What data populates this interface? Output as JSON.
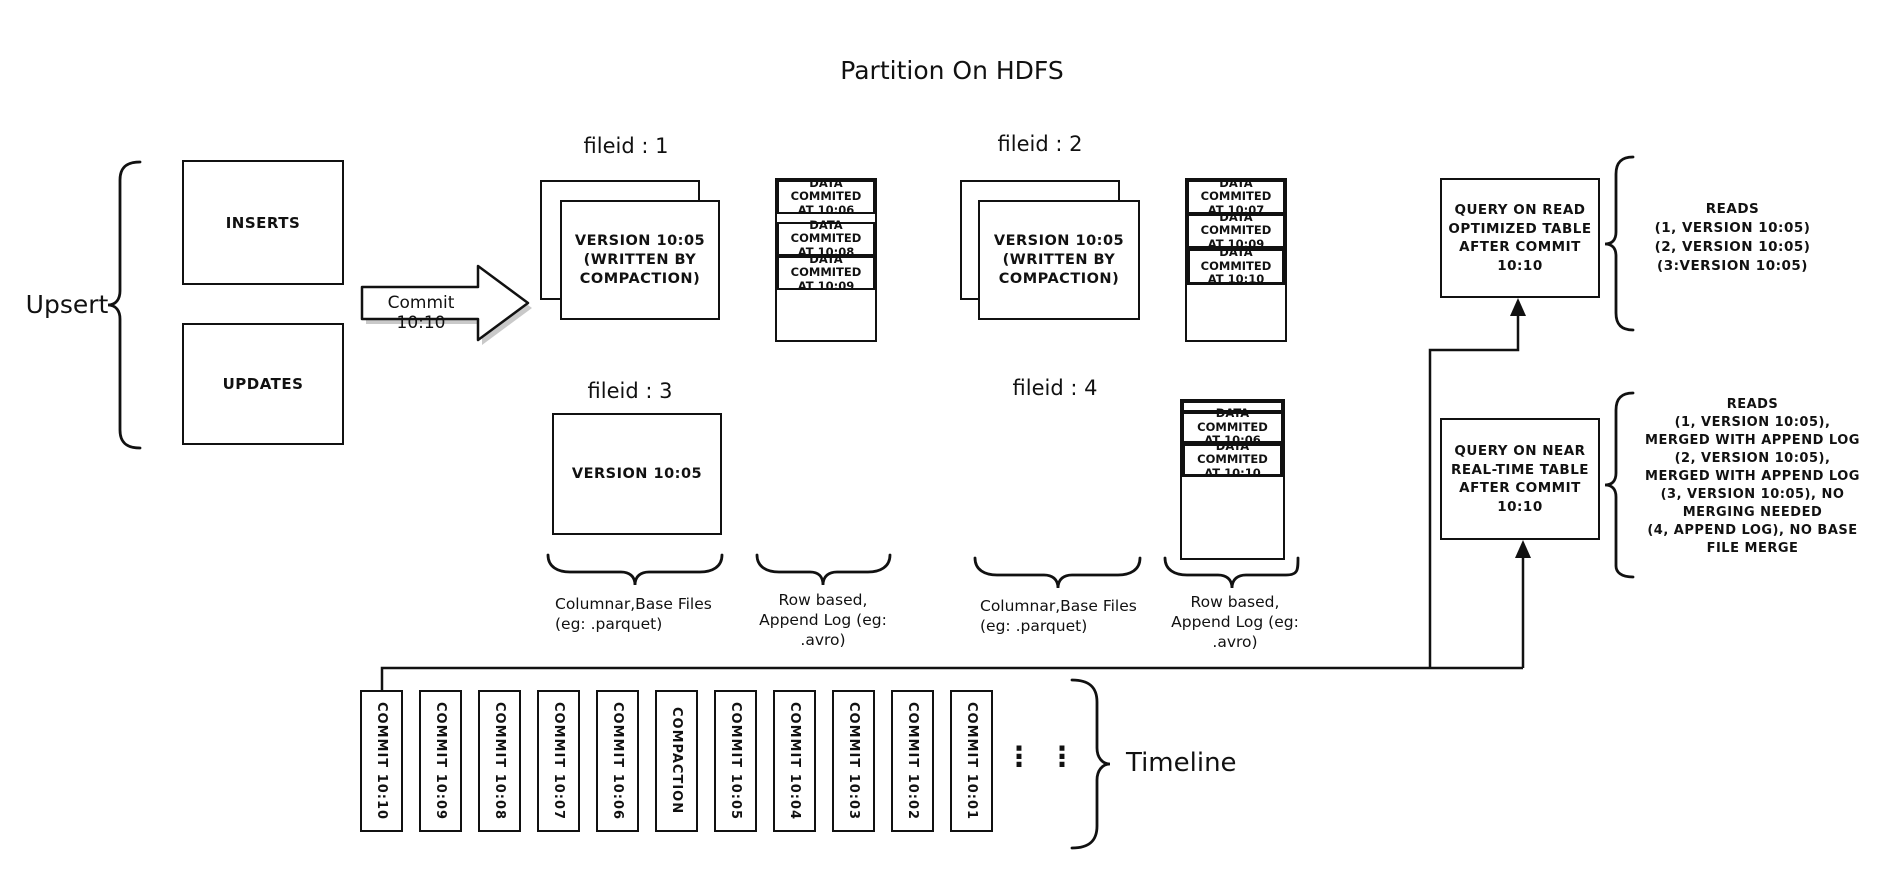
{
  "title": "Partition On HDFS",
  "upsert": {
    "label": "Upsert",
    "inserts": "INSERTS",
    "updates": "UPDATES"
  },
  "commit_arrow": {
    "label": "Commit 10:10"
  },
  "file_groups": {
    "g1": {
      "label": "fileid : 1",
      "base": "VERSION 10:05\n(WRITTEN BY\nCOMPACTION)"
    },
    "g2": {
      "label": "fileid : 2",
      "base": "VERSION 10:05\n(WRITTEN BY\nCOMPACTION)"
    },
    "g3": {
      "label": "fileid : 3",
      "base": "VERSION 10:05"
    },
    "g4": {
      "label": "fileid : 4"
    }
  },
  "logs": {
    "log1": {
      "cells": [
        "DATA COMMITED\nAT 10:06",
        "DATA COMMITED\nAT 10:08",
        "DATA COMMITED\nAT 10:09"
      ]
    },
    "log2": {
      "cells": [
        "DATA COMMITED\nAT 10:07",
        "DATA COMMITED\nAT 10:09",
        "DATA COMMITED\nAT 10:10"
      ]
    },
    "log4": {
      "cells": [
        "DATA COMMITED\nAT 10:06",
        "DATA COMMITED\nAT 10:10"
      ]
    }
  },
  "brace_labels": {
    "columnar1": "Columnar,Base Files\n(eg: .parquet)",
    "row1": "Row based,\nAppend Log  (eg:\n.avro)",
    "columnar2": "Columnar,Base Files\n(eg: .parquet)",
    "row2": "Row based,\nAppend Log  (eg:\n.avro)"
  },
  "queries": {
    "read_optimized": {
      "box": "QUERY ON READ\nOPTIMIZED TABLE\nAFTER COMMIT\n10:10",
      "reads": "READS\n(1, VERSION 10:05)\n(2, VERSION 10:05)\n(3:VERSION 10:05)"
    },
    "near_realtime": {
      "box": "QUERY ON NEAR\nREAL-TIME TABLE\nAFTER COMMIT\n10:10",
      "reads": "READS\n(1, VERSION 10:05),\nMERGED WITH APPEND LOG\n(2, VERSION 10:05),\nMERGED WITH APPEND LOG\n(3, VERSION 10:05), NO\nMERGING NEEDED\n(4, APPEND LOG), NO BASE\nFILE MERGE"
    }
  },
  "timeline": {
    "label": "Timeline",
    "dots": "⋮",
    "items": [
      "COMMIT 10:10",
      "COMMIT 10:09",
      "COMMIT 10:08",
      "COMMIT 10:07",
      "COMMIT 10:06",
      "COMPACTION",
      "COMMIT 10:05",
      "COMMIT 10:04",
      "COMMIT 10:03",
      "COMMIT 10:02",
      "COMMIT 10:01"
    ]
  },
  "colors": {
    "ink": "#111111",
    "background": "#ffffff",
    "shadow": "#c9c9c9"
  }
}
